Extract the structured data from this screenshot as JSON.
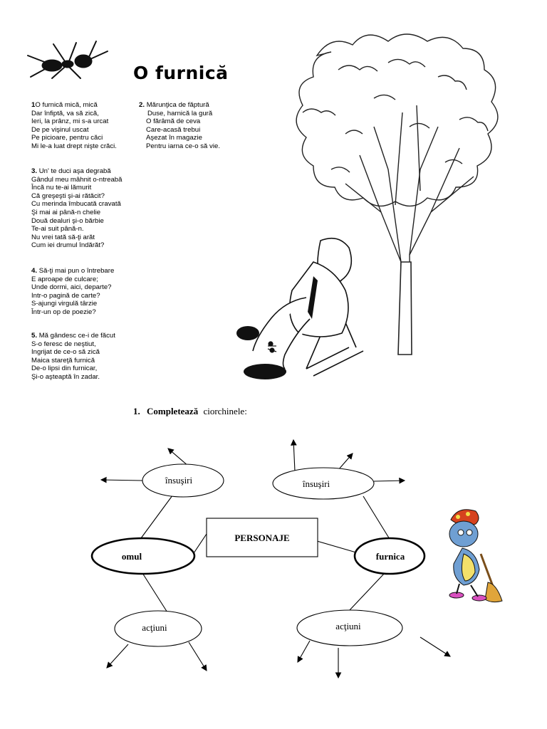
{
  "title": "O furnică",
  "stanzas": [
    {
      "number": "1",
      "lines": [
        "O furnică mică, mică",
        "Dar înfiptă, va să zică,",
        "Ieri, la prânz, mi s-a urcat",
        "De pe vişinul uscat",
        "Pe picioare, pentru căci",
        "Mi le-a luat drept nişte crăci."
      ]
    },
    {
      "number": "2.",
      "lines": [
        "Mărunţica de făptură",
        "Duse, harnică la gură",
        "O fărâmă de ceva",
        "Care-acasă trebui",
        "Aşezat în magazie",
        "Pentru iarna ce-o să vie."
      ]
    },
    {
      "number": "3.",
      "lines": [
        "Un' te duci aşa degrabă",
        "Gândul meu mâhnit o-ntreabă",
        "Încă nu te-ai lămurit",
        "Că greşeşti şi-ai rătăcit?",
        "Cu merinda îmbucată cravată",
        "Şi mai ai până-n chelie",
        "Două dealuri şi-o bărbie",
        "Te-ai suit până-n.",
        "Nu vrei tată să-ţi arăt",
        "Cum iei drumul îndărăt?"
      ]
    },
    {
      "number": "4.",
      "lines": [
        "Să-ţi mai pun o întrebare",
        "E aproape de culcare;",
        "Unde dormi, aici, departe?",
        "Intr-o pagină de carte?",
        "S-ajungi virgulă târzie",
        "Într-un op de poezie?"
      ]
    },
    {
      "number": "5.",
      "lines": [
        "Mă gândesc ce-i de făcut",
        "S-o feresc de neştiut,",
        "Ingrijat de ce-o să zică",
        "Maica stareţă furnică",
        "De-o lipsi din furnicar,",
        "Şi-o aşteaptă în zadar."
      ]
    }
  ],
  "exercise": {
    "number": "1.",
    "label": "Completează",
    "text": "ciorchinele:"
  },
  "diagram": {
    "center": "PERSONAJE",
    "left_node": "omul",
    "right_node": "furnica",
    "left_top": "însuşiri",
    "right_top": "însuşiri",
    "left_bottom": "acţiuni",
    "right_bottom": "acţiuni"
  },
  "icons": [
    "ant-icon",
    "tree-illustration",
    "resting-man-illustration",
    "ant-character-illustration"
  ]
}
